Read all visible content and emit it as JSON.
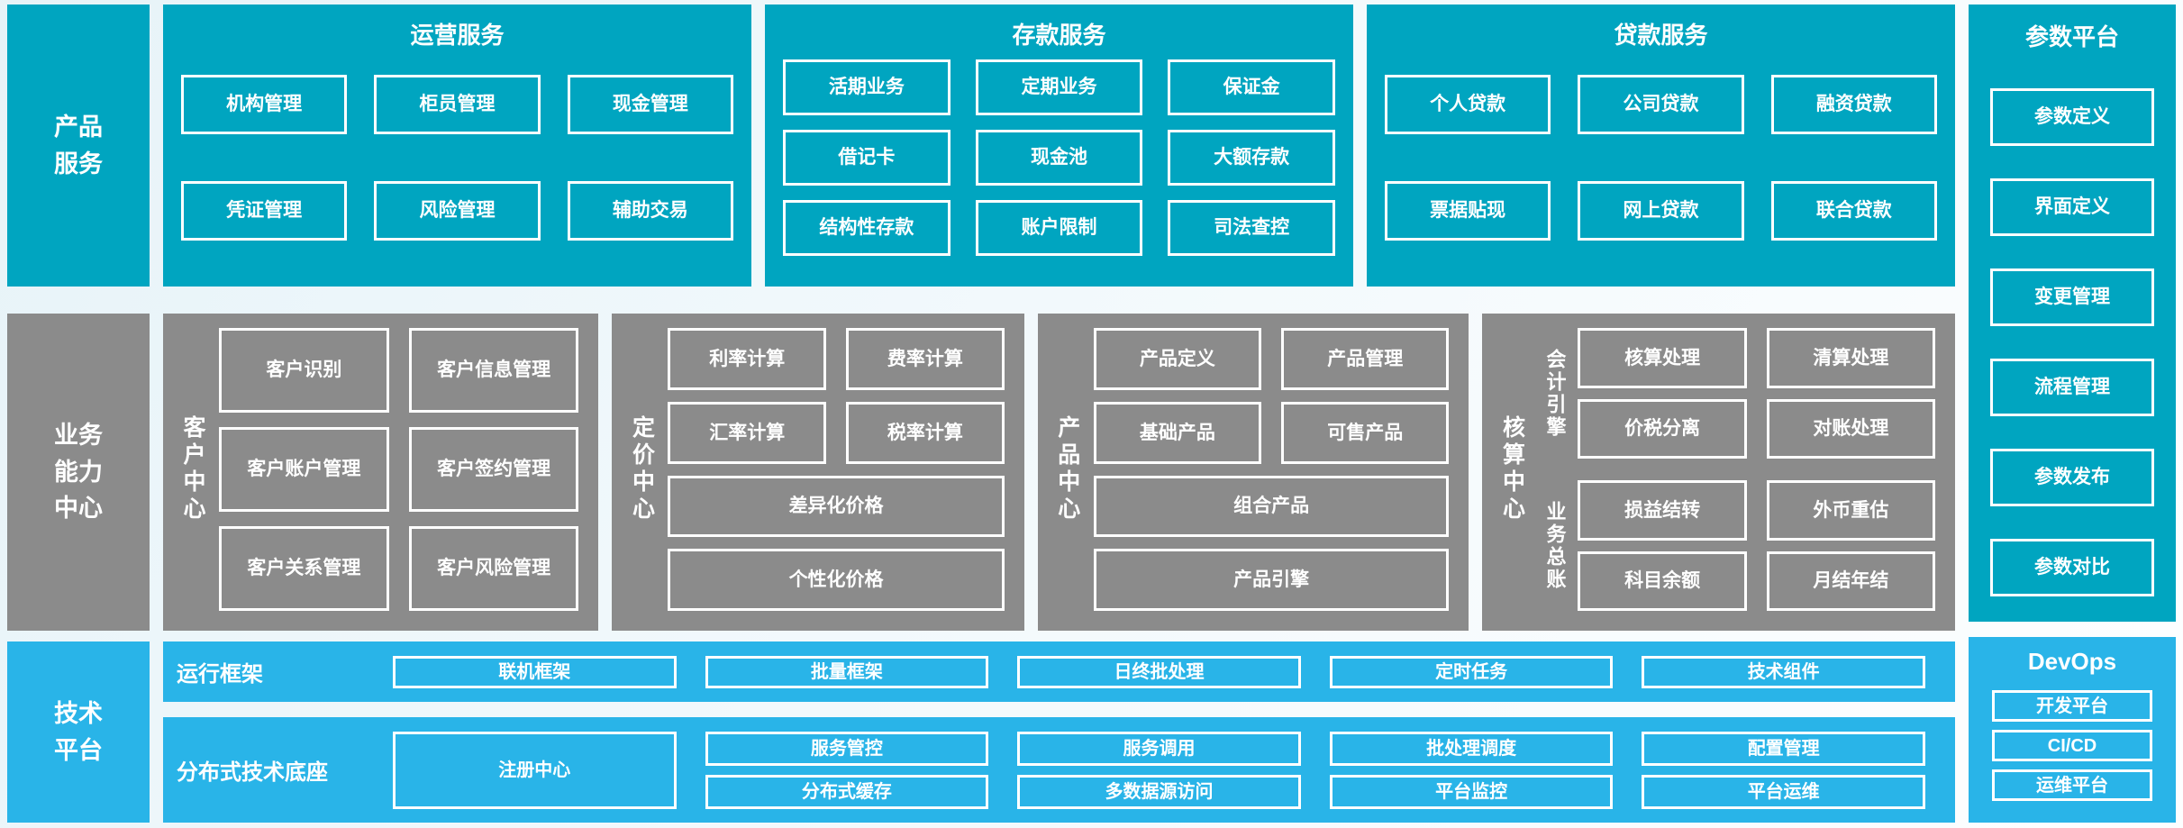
{
  "colors": {
    "teal": "#00a5c0",
    "gray": "#8b8b8b",
    "blue": "#29b4e8"
  },
  "product_services": {
    "label": "产品\n服务",
    "sections": [
      {
        "title": "运营服务",
        "items": [
          "机构管理",
          "柜员管理",
          "现金管理",
          "凭证管理",
          "风险管理",
          "辅助交易"
        ]
      },
      {
        "title": "存款服务",
        "items": [
          "活期业务",
          "定期业务",
          "保证金",
          "借记卡",
          "现金池",
          "大额存款",
          "结构性存款",
          "账户限制",
          "司法查控"
        ]
      },
      {
        "title": "贷款服务",
        "items": [
          "个人贷款",
          "公司贷款",
          "融资贷款",
          "票据贴现",
          "网上贷款",
          "联合贷款"
        ]
      }
    ]
  },
  "business_capability": {
    "label": "业务\n能力\n中心",
    "customer_center": {
      "title": "客户中心",
      "items": [
        "客户识别",
        "客户信息管理",
        "客户账户管理",
        "客户签约管理",
        "客户关系管理",
        "客户风险管理"
      ]
    },
    "pricing_center": {
      "title": "定价中心",
      "items": [
        "利率计算",
        "费率计算",
        "汇率计算",
        "税率计算"
      ],
      "wide": [
        "差异化价格",
        "个性化价格"
      ]
    },
    "product_center": {
      "title": "产品中心",
      "items": [
        "产品定义",
        "产品管理",
        "基础产品",
        "可售产品"
      ],
      "wide": [
        "组合产品",
        "产品引擎"
      ]
    },
    "accounting_center": {
      "title": "核算中心",
      "groups": [
        {
          "label": "会计引擎",
          "items": [
            "核算处理",
            "清算处理",
            "价税分离",
            "对账处理"
          ]
        },
        {
          "label": "业务总账",
          "items": [
            "损益结转",
            "外币重估",
            "科目余额",
            "月结年结"
          ]
        }
      ]
    }
  },
  "tech_platform": {
    "label": "技术\n平台",
    "runtime": {
      "title": "运行框架",
      "items": [
        "联机框架",
        "批量框架",
        "日终批处理",
        "定时任务",
        "技术组件"
      ]
    },
    "distributed": {
      "title": "分布式技术底座",
      "registry": "注册中心",
      "top": [
        "服务管控",
        "服务调用",
        "批处理调度",
        "配置管理"
      ],
      "bottom": [
        "分布式缓存",
        "多数据源访问",
        "平台监控",
        "平台运维"
      ]
    }
  },
  "parameter_platform": {
    "title": "参数平台",
    "items": [
      "参数定义",
      "界面定义",
      "变更管理",
      "流程管理",
      "参数发布",
      "参数对比"
    ]
  },
  "devops": {
    "title": "DevOps",
    "items": [
      "开发平台",
      "CI/CD",
      "运维平台"
    ]
  }
}
